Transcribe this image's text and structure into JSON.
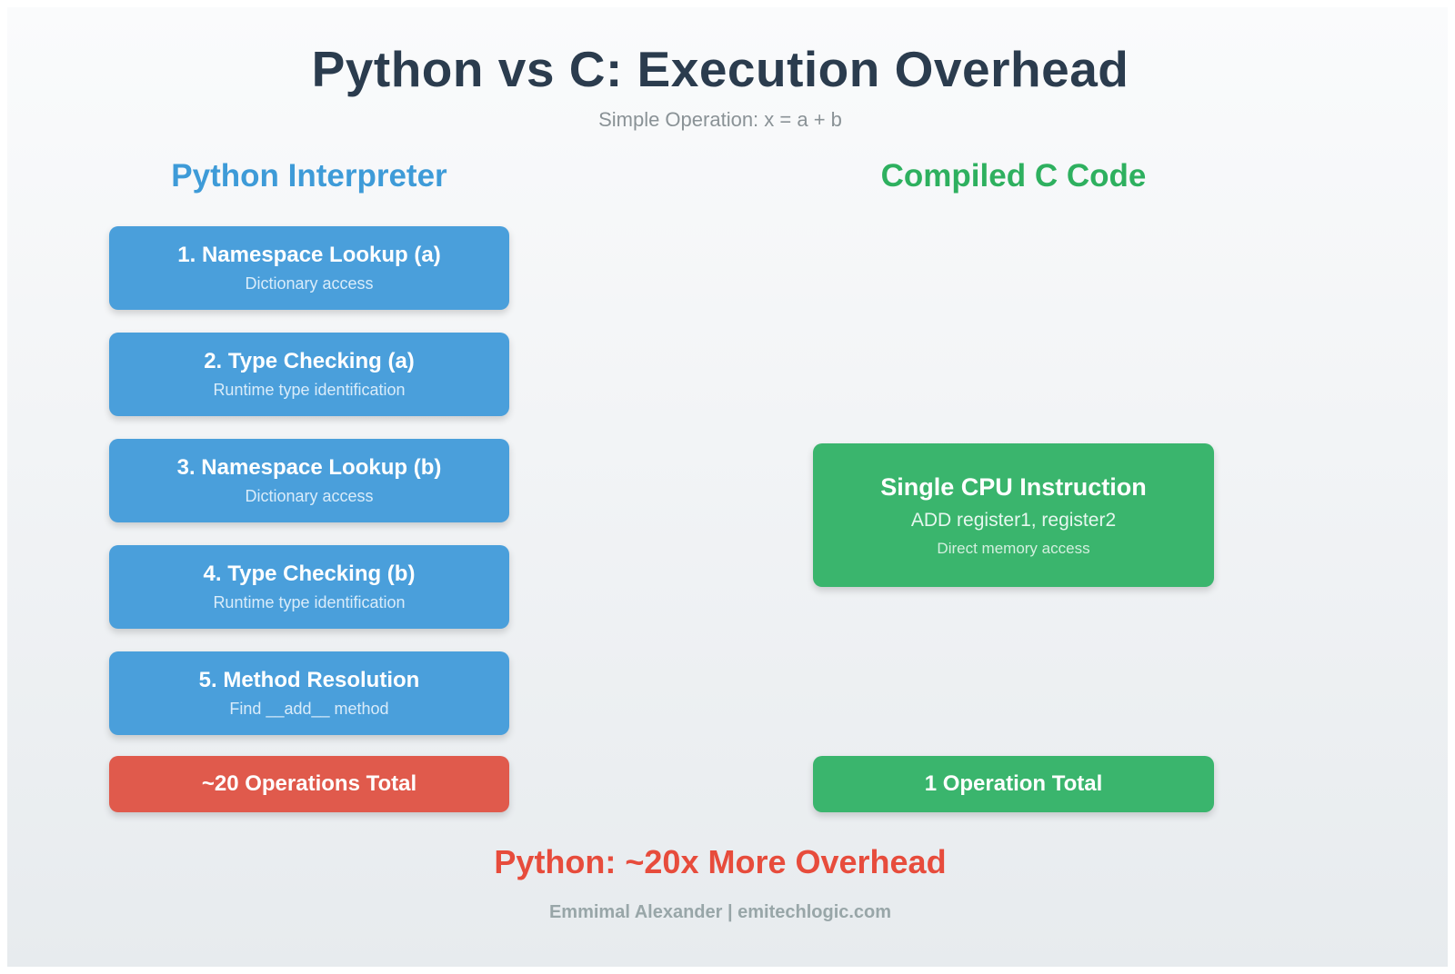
{
  "page": {
    "title": "Python vs C: Execution Overhead",
    "subtitle": "Simple Operation: x = a + b",
    "conclusion": "Python: ~20x More Overhead",
    "footer_credit": "Emmimal Alexander | emitechlogic.com"
  },
  "colors": {
    "title_navy": "#2b3c4e",
    "python_blue": "#4a9fdb",
    "python_heading_blue": "#3e9bd8",
    "c_green": "#3ab56d",
    "c_heading_green": "#2eb05f",
    "total_red": "#e05a4c",
    "conclusion_red": "#e74c3c",
    "subtitle_gray": "#8a9296",
    "footer_gray": "#98a6a8"
  },
  "python_column": {
    "heading": "Python Interpreter",
    "steps": [
      {
        "title": "1. Namespace Lookup (a)",
        "subtitle": "Dictionary access"
      },
      {
        "title": "2. Type Checking (a)",
        "subtitle": "Runtime type identification"
      },
      {
        "title": "3. Namespace Lookup (b)",
        "subtitle": "Dictionary access"
      },
      {
        "title": "4. Type Checking (b)",
        "subtitle": "Runtime type identification"
      },
      {
        "title": "5. Method Resolution",
        "subtitle": "Find __add__ method"
      }
    ],
    "total": "~20 Operations Total"
  },
  "c_column": {
    "heading": "Compiled C Code",
    "instruction_box": {
      "title": "Single CPU Instruction",
      "line1": "ADD register1, register2",
      "line2": "Direct memory access"
    },
    "total": "1 Operation Total"
  }
}
